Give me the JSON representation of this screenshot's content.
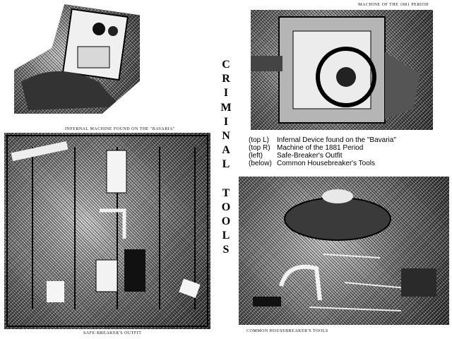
{
  "title_letters": [
    "C",
    "R",
    "I",
    "M",
    "I",
    "N",
    "A",
    "L",
    " ",
    "T",
    "O",
    "O",
    "L",
    "S"
  ],
  "captions": {
    "top_right": "MACHINE OF THE 1881 PERIOD",
    "left_top": "INFERNAL MACHINE FOUND ON THE \"BAVARIA\"",
    "left_bottom": "SAFE-BREAKER'S OUTFIT",
    "bottom_right": "COMMON HOUSEBREAKER'S TOOLS"
  },
  "legend": [
    {
      "tag": "(top L)",
      "text": "Infernal Device found on the \"Bavaria\""
    },
    {
      "tag": "(top R)",
      "text": "Machine of the 1881 Period"
    },
    {
      "tag": "(left)",
      "text": "Safe-Breaker's Outfit"
    },
    {
      "tag": "(below)",
      "text": "Common Housebreaker's Tools"
    }
  ]
}
